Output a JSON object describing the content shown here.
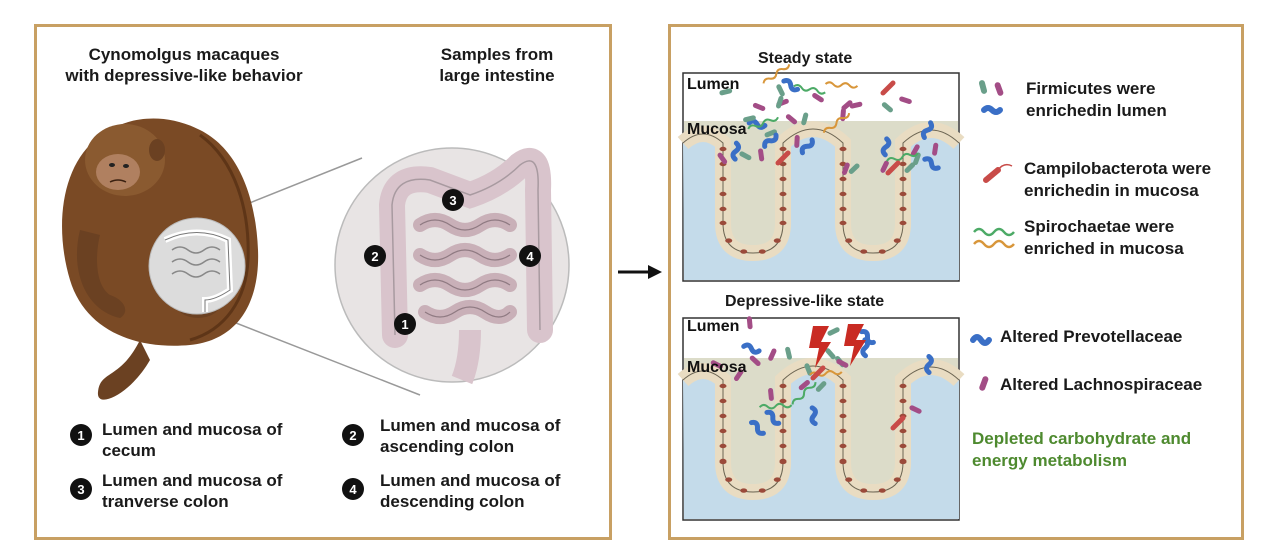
{
  "left": {
    "title_macaque": [
      "Cynomolgus macaques",
      "with depressive-like behavior"
    ],
    "title_samples": [
      "Samples from",
      "large intestine"
    ],
    "markers": [
      "1",
      "2",
      "3",
      "4"
    ],
    "legend": [
      {
        "num": "1",
        "lines": [
          "Lumen and mucosa of",
          "cecum"
        ]
      },
      {
        "num": "2",
        "lines": [
          "Lumen and mucosa of",
          "ascending colon"
        ]
      },
      {
        "num": "3",
        "lines": [
          "Lumen and mucosa of",
          "tranverse colon"
        ]
      },
      {
        "num": "4",
        "lines": [
          "Lumen and mucosa of",
          "descending colon"
        ]
      }
    ]
  },
  "right": {
    "steady_title": "Steady state",
    "depressive_title": "Depressive-like state",
    "lumen_label": "Lumen",
    "mucosa_label": "Mucosa",
    "steady_legend": [
      {
        "lines": [
          "Firmicutes were",
          "enrichedin lumen"
        ]
      },
      {
        "lines": [
          "Campilobacterota were",
          "enrichedin in mucosa"
        ]
      },
      {
        "lines": [
          "Spirochaetae were",
          "enriched in mucosa"
        ]
      }
    ],
    "depressive_legend": [
      {
        "lines": [
          "Altered Prevotellaceae"
        ]
      },
      {
        "lines": [
          "Altered Lachnospiraceae"
        ]
      }
    ],
    "metabolism_note": [
      "Depleted carbohydrate and",
      "energy metabolism"
    ]
  },
  "colors": {
    "frame": "#c8a063",
    "mucosa": "#dcdcc9",
    "lumen_fluid": "#c4dbea",
    "firmicutes": "#6a9f8a",
    "prevotellaceae": "#3a6fc6",
    "lachnospiraceae": "#a34d86",
    "campilobacterota": "#c84b48",
    "spirochaetae": "#4caa66",
    "lightning": "#c92b23",
    "metabolism_text": "#4e8a2f"
  }
}
